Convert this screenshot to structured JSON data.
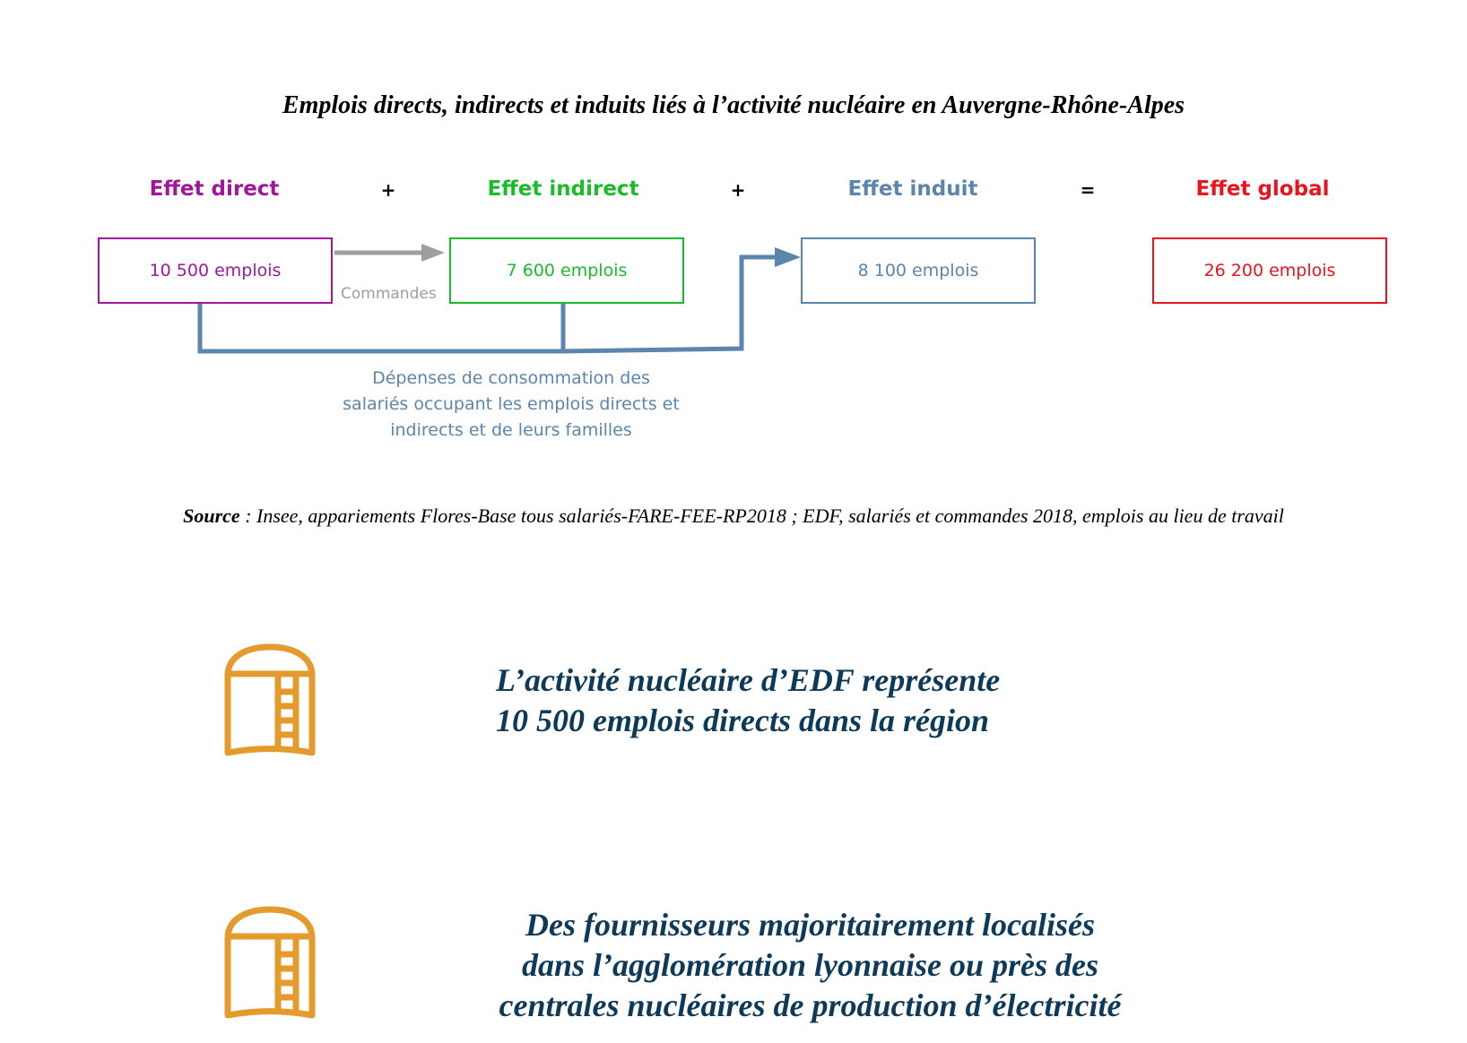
{
  "title": "Emplois directs, indirects et induits liés à l’activité nucléaire en Auvergne-Rhône-Alpes",
  "effects": [
    {
      "label": "Effet direct",
      "value": "10 500 emplois",
      "color": "#a0179c"
    },
    {
      "label": "Effet indirect",
      "value": "7 600 emplois",
      "color": "#1bbb2a"
    },
    {
      "label": "Effet induit",
      "value": "8 100  emplois",
      "color": "#5b85ac"
    },
    {
      "label": "Effet global",
      "value": "26 200 emplois",
      "color": "#e8141e"
    }
  ],
  "operators": [
    "+",
    "+",
    "="
  ],
  "arrow_commandes_label": "Commandes",
  "consumption_lines": [
    "Dépenses de consommation des",
    "salariés occupant les emplois directs et",
    "indirects et de leurs familles"
  ],
  "source": {
    "label": "Source",
    "text": " : Insee, appariements Flores-Base tous salariés-FARE-FEE-RP2018 ; EDF, salariés et commandes 2018, emplois au lieu de travail"
  },
  "highlights": [
    {
      "icon": "nuclear-plant-icon",
      "lines": [
        "L’activité nucléaire d’EDF représente",
        "10 500 emplois directs dans la région"
      ]
    },
    {
      "icon": "nuclear-plant-icon",
      "lines": [
        "Des fournisseurs majoritairement localisés",
        "dans l’agglomération lyonnaise ou près des",
        "centrales nucléaires de production d’électricité"
      ]
    }
  ],
  "colors": {
    "icon": "#e39b2e",
    "headline": "#0e3a5a",
    "arrow_grey": "#9e9e9e",
    "arrow_blue": "#5b85ac"
  }
}
